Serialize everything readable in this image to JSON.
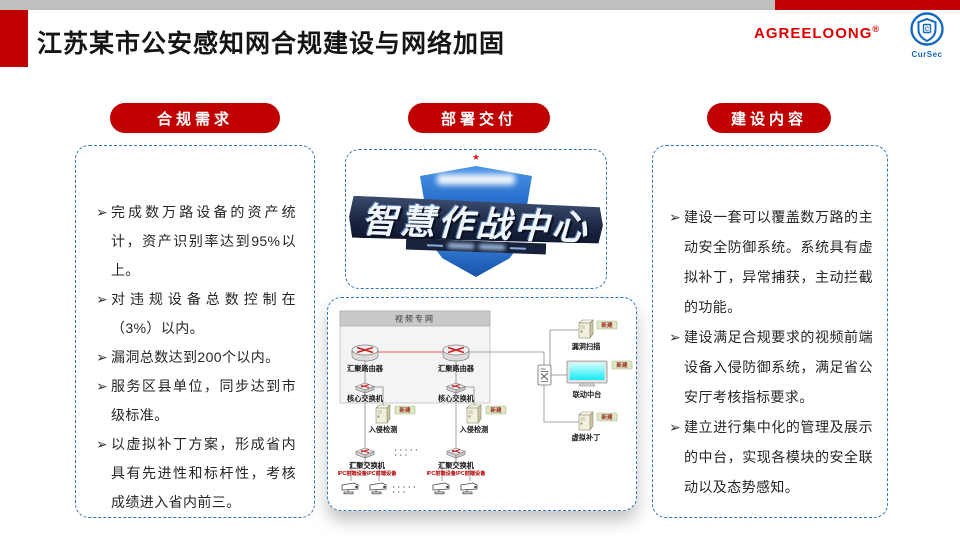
{
  "slide": {
    "title": "江苏某市公安感知网合规建设与网络加固",
    "brand": {
      "name": "AGREELOONG",
      "reg": "®",
      "logo_text": "CurSec"
    },
    "colors": {
      "accent_red": "#C00000",
      "bar_gray": "#BFBFBF",
      "border_blue": "#2E75B6",
      "tag_green": "#DCE8C8",
      "screen_cyan": "#18E8F2"
    }
  },
  "pills": {
    "left": "合规需求",
    "middle": "部署交付",
    "right": "建设内容"
  },
  "bullet_marker": "➢",
  "left_box": {
    "bullets": [
      "完成数万路设备的资产统计，资产识别率达到95%以上。",
      "对违规设备总数控制在（3%）以内。",
      "漏洞总数达到200个以内。",
      "服务区县单位，同步达到市级标准。",
      "以虚拟补丁方案，形成省内具有先进性和标杆性，考核成绩进入省内前三。"
    ]
  },
  "right_box": {
    "bullets": [
      "建设一套可以覆盖数万路的主动安全防御系统。系统具有虚拟补丁，异常捕获，主动拦截的功能。",
      "建设满足合规要求的视频前端设备入侵防御系统，满足省公安厅考核指标要求。",
      "建立进行集中化的管理及展示的中台，实现各模块的安全联动以及态势感知。"
    ]
  },
  "badge": {
    "title": "智慧作战中心",
    "star": "★"
  },
  "diagram": {
    "panel_title": "视频专网",
    "agg_router": "汇聚路由器",
    "core_switch": "核心交换机",
    "intrusion_detection": "入侵检测",
    "agg_switch": "汇聚交换机",
    "ipc_devices": "IPC前端设备IPC前端设备",
    "vuln_scan": "漏洞扫描",
    "linkage_platform": "联动中台",
    "virtual_patch": "虚拟补丁",
    "new_tag": "新建"
  }
}
